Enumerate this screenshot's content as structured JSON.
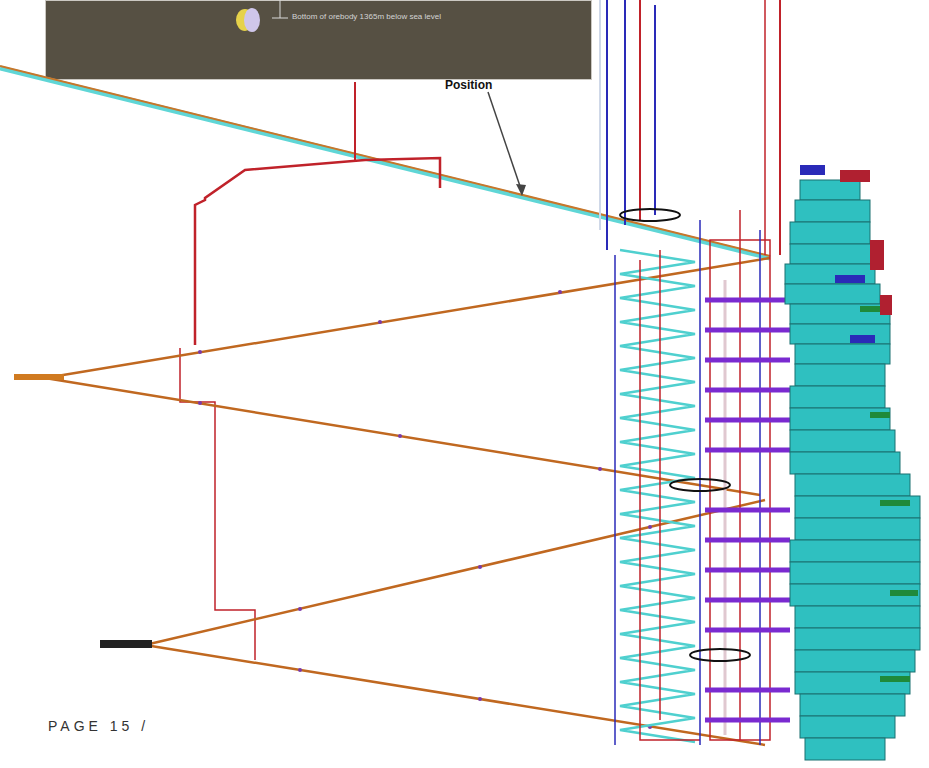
{
  "diagram": {
    "labels": [
      "Bottom of orebody 1365m below sea level",
      "Position",
      "PAGE 15 /"
    ]
  }
}
